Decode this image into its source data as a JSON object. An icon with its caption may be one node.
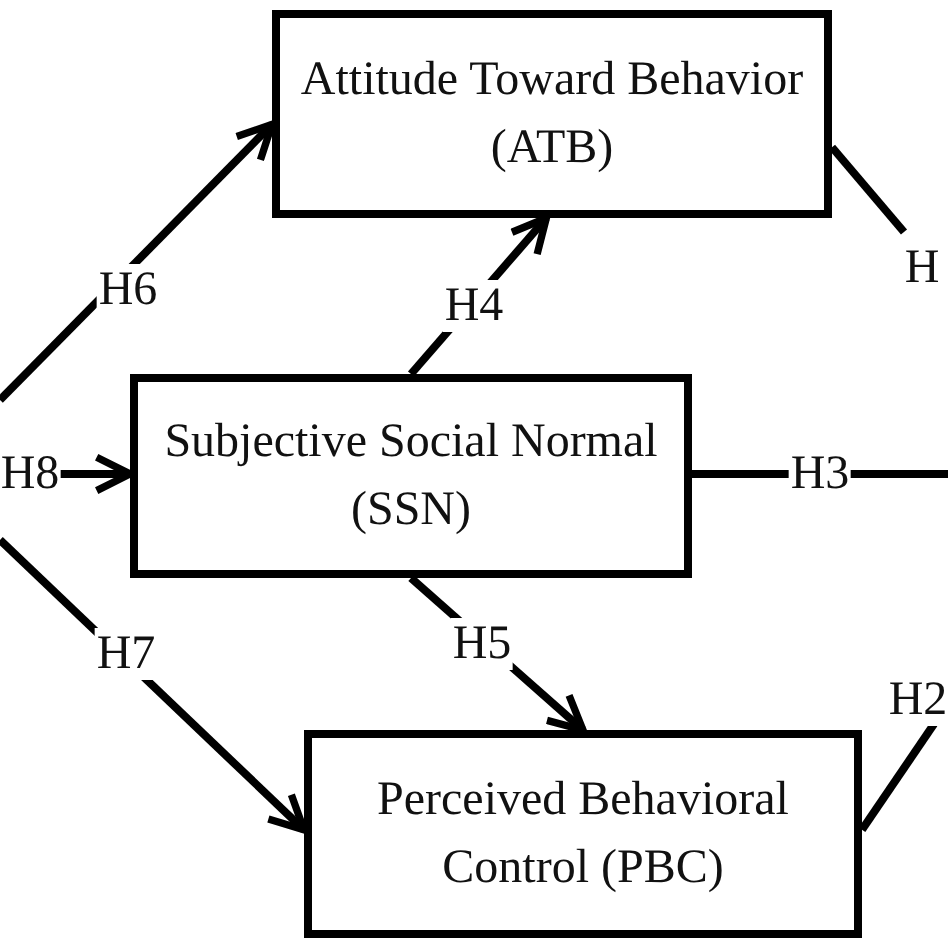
{
  "diagram": {
    "nodes": [
      {
        "text": [
          "Attitude Toward Behavior (ATB)"
        ]
      },
      {
        "text": [
          "Subjective Social Normal (SSN)"
        ]
      },
      {
        "text": [
          "Perceived Behavioral Control (PBC)"
        ]
      }
    ],
    "edges": [
      {
        "from": null,
        "to": 0,
        "arrow": "to",
        "label": "H6"
      },
      {
        "from": null,
        "to": 1,
        "arrow": "to",
        "label": "H8"
      },
      {
        "from": null,
        "to": 2,
        "arrow": "to",
        "label": "H7"
      },
      {
        "from": 1,
        "to": 0,
        "arrow": "to",
        "label": "H4"
      },
      {
        "from": 1,
        "to": 2,
        "arrow": "to",
        "label": "H5"
      },
      {
        "from": 1,
        "to": null,
        "arrow": "none",
        "label": "H3"
      },
      {
        "from": 0,
        "to": null,
        "arrow": "none",
        "label": "H"
      },
      {
        "from": 2,
        "to": null,
        "arrow": "none",
        "label": "H2"
      }
    ]
  }
}
